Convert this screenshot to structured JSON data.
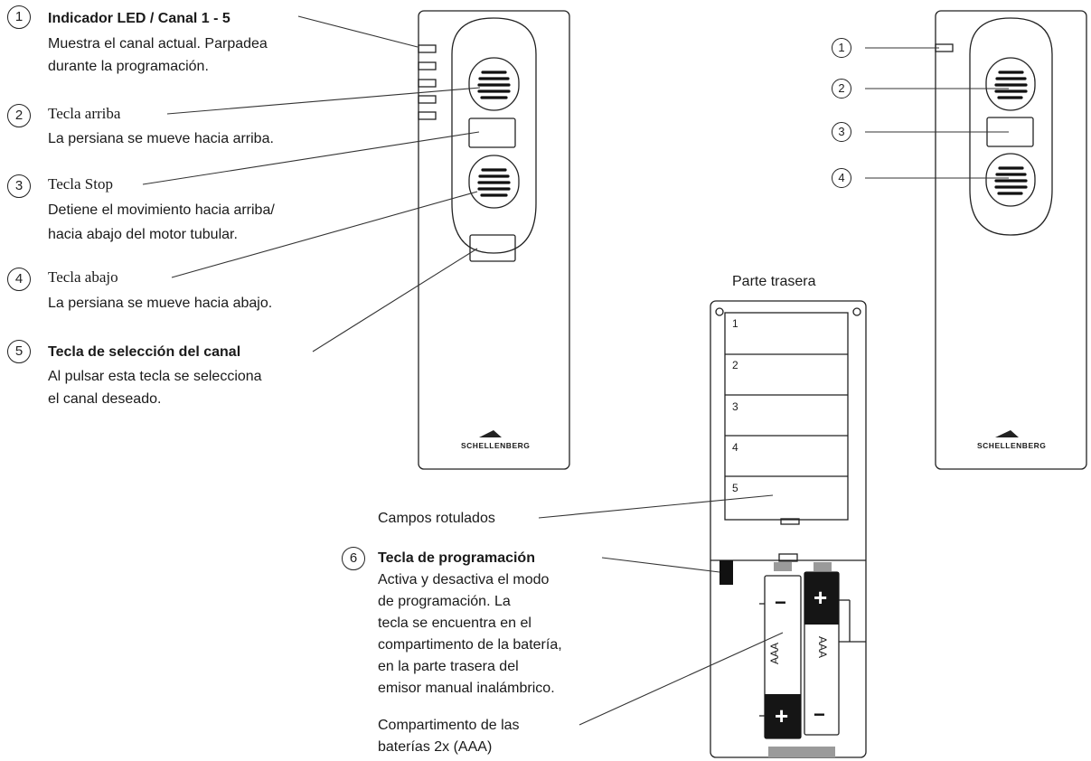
{
  "brand": "SCHELLENBERG",
  "back_heading": "Parte trasera",
  "items": [
    {
      "num": "1",
      "title": "Indicador LED / Canal 1 - 5",
      "lines": [
        "Muestra el canal actual. Parpadea",
        "durante la programación."
      ]
    },
    {
      "num": "2",
      "title": "Tecla arriba",
      "lines": [
        "La persiana se mueve hacia arriba."
      ]
    },
    {
      "num": "3",
      "title": "Tecla Stop",
      "lines": [
        "Detiene el movimiento hacia arriba/",
        "hacia abajo del motor tubular."
      ]
    },
    {
      "num": "4",
      "title": "Tecla abajo",
      "lines": [
        "La persiana se mueve hacia abajo."
      ]
    },
    {
      "num": "5",
      "title": "Tecla de selección del canal",
      "lines": [
        "Al pulsar esta tecla se selecciona",
        "el canal deseado."
      ]
    },
    {
      "num": "6",
      "title": "Tecla de programación",
      "lines": [
        "Activa y desactiva el modo",
        "de programación. La",
        "tecla se encuentra en el",
        "compartimento de la batería,",
        "en la parte trasera del",
        "emisor manual inalámbrico."
      ]
    }
  ],
  "label_fields": "Campos rotulados",
  "battery_compartment": [
    "Compartimento de las",
    "baterías 2x (AAA)"
  ],
  "slots": [
    "1",
    "2",
    "3",
    "4",
    "5"
  ],
  "battery_label": "AAA",
  "plus": "+",
  "minus": "−",
  "right_callouts": [
    "1",
    "2",
    "3",
    "4"
  ]
}
